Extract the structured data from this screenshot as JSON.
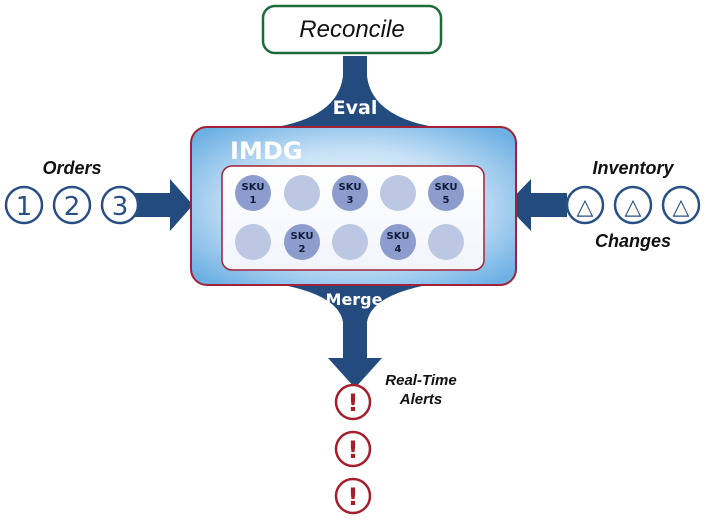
{
  "reconcile": {
    "label": "Reconcile"
  },
  "eval": {
    "label": "Eval"
  },
  "merge": {
    "label": "Merge"
  },
  "imdg": {
    "title": "IMDG",
    "slots": [
      {
        "label": "SKU",
        "number": "1"
      },
      {
        "label": "",
        "number": ""
      },
      {
        "label": "SKU",
        "number": "3"
      },
      {
        "label": "",
        "number": ""
      },
      {
        "label": "SKU",
        "number": "5"
      },
      {
        "label": "",
        "number": ""
      },
      {
        "label": "SKU",
        "number": "2"
      },
      {
        "label": "",
        "number": ""
      },
      {
        "label": "SKU",
        "number": "4"
      },
      {
        "label": "",
        "number": ""
      }
    ]
  },
  "orders": {
    "label": "Orders",
    "items": [
      "1",
      "2",
      "3"
    ]
  },
  "inventory": {
    "label_top": "Inventory",
    "label_bottom": "Changes",
    "items": [
      "△",
      "△",
      "△"
    ]
  },
  "alerts": {
    "label_line1": "Real-Time",
    "label_line2": "Alerts",
    "items": [
      "!",
      "!",
      "!"
    ]
  },
  "colors": {
    "arrow": "#244b7d",
    "reconcile_border": "#1e6b3a",
    "imdg_border": "#a12236",
    "order_circle": "#2a4f84",
    "alert": "#a61e2c",
    "sku_filled": "#8c9ccc",
    "sku_empty": "#bcc7e4"
  }
}
